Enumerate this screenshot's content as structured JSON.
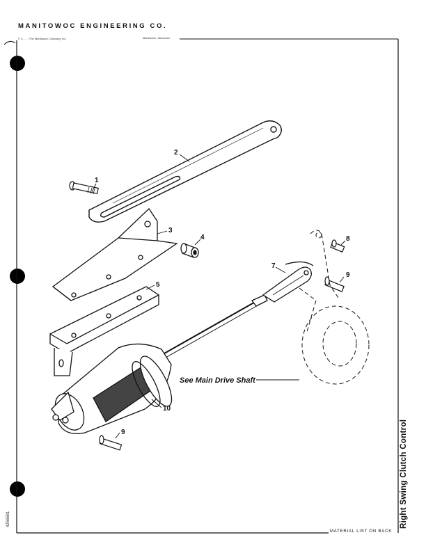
{
  "header": {
    "company": "MANITOWOC ENGINEERING CO.",
    "copyright": "© C... ... The Manitowoc Company, Inc.",
    "location": "Manitowoc, Wisconsin"
  },
  "callouts": {
    "c1": "1",
    "c2": "2",
    "c3": "3",
    "c4": "4",
    "c5": "5",
    "c7": "7",
    "c8": "8",
    "c9a": "9",
    "c9b": "9",
    "c10": "10"
  },
  "annotation": "See Main Drive Shaft",
  "footer": {
    "material_list": "MATERIAL LIST ON BACK",
    "side_title": "Right Swing Clutch Control",
    "side_code": "4256581"
  }
}
